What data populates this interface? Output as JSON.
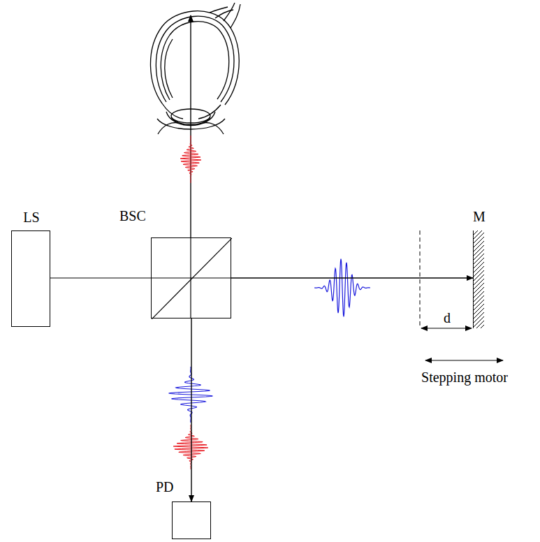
{
  "diagram": {
    "nodes": [
      {
        "text": [
          "LS"
        ]
      },
      {
        "text": [
          "BSC"
        ]
      },
      {
        "text": [
          "M"
        ]
      },
      {
        "text": [
          "PD"
        ]
      }
    ],
    "edges": [
      {
        "from": 0,
        "to": 1,
        "arrow": "none"
      },
      {
        "from": 1,
        "to": 2,
        "arrow": "to"
      },
      {
        "from": 1,
        "to": 3,
        "arrow": "to"
      }
    ],
    "labels": [
      "d",
      "Stepping motor"
    ]
  }
}
